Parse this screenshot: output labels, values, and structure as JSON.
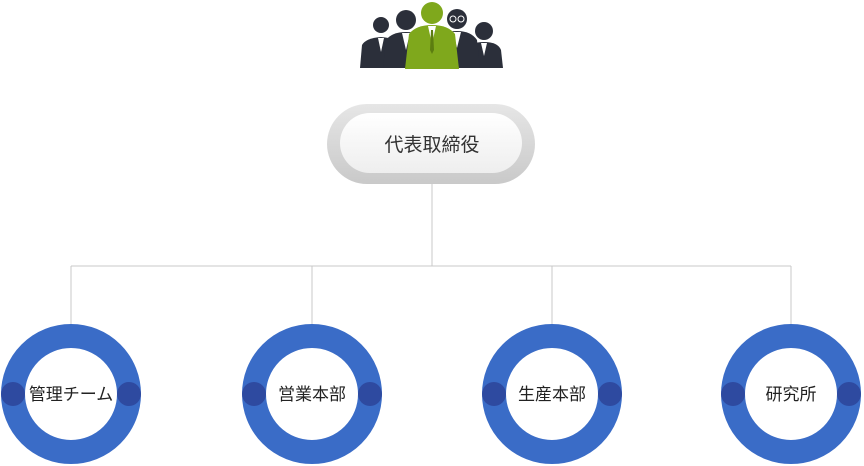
{
  "top": {
    "label": "代表取締役",
    "icon": "business-team-icon"
  },
  "departments": [
    {
      "label": "管理チーム"
    },
    {
      "label": "営業本部"
    },
    {
      "label": "生産本部"
    },
    {
      "label": "研究所"
    }
  ],
  "colors": {
    "ring": "#3a6cc7",
    "ring_dot": "#2e4aa0",
    "connector": "#c8c8c8",
    "team_dark": "#2b2f3a",
    "team_accent": "#7fa81c"
  }
}
